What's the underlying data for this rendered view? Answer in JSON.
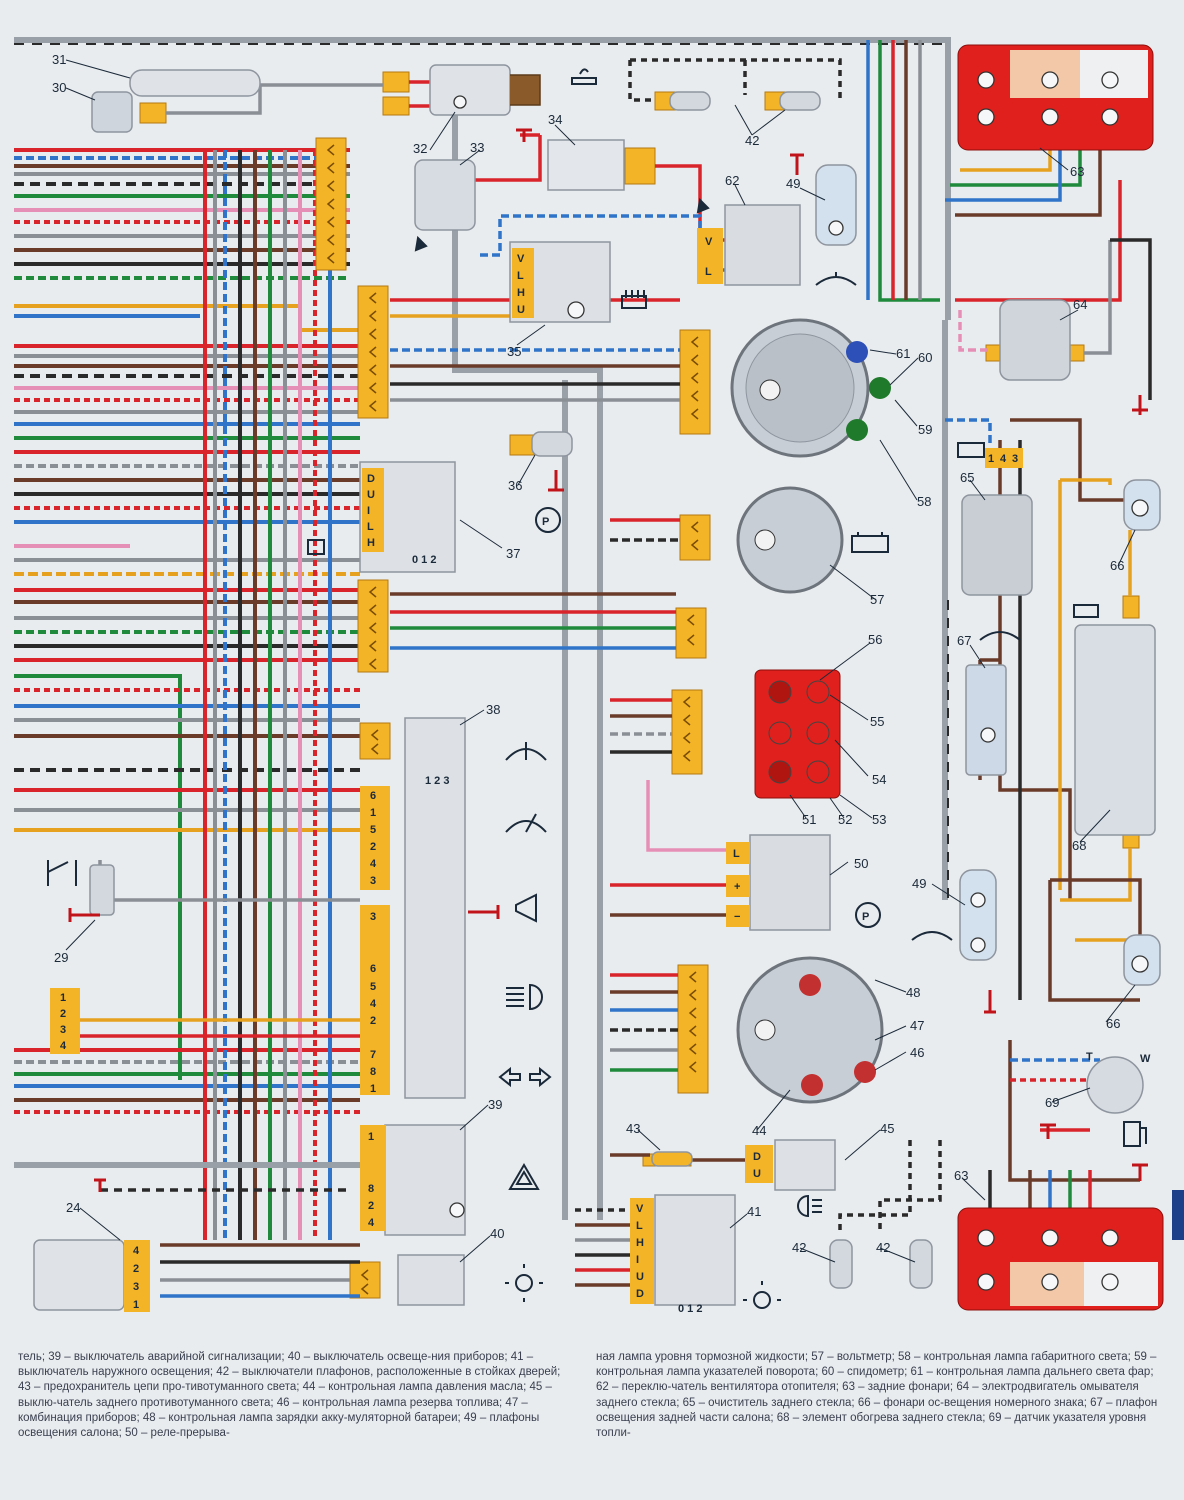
{
  "component_numbers": [
    "31",
    "30",
    "32",
    "33",
    "34",
    "42",
    "62",
    "49",
    "63",
    "35",
    "64",
    "61",
    "60",
    "59",
    "58",
    "36",
    "37",
    "65",
    "66",
    "57",
    "67",
    "56",
    "55",
    "54",
    "38",
    "53",
    "52",
    "51",
    "50",
    "29",
    "68",
    "49",
    "48",
    "47",
    "46",
    "66",
    "69",
    "39",
    "43",
    "44",
    "45",
    "24",
    "40",
    "41",
    "42",
    "42",
    "63"
  ],
  "connector_pins": {
    "sw35": [
      "V",
      "L",
      "H",
      "U"
    ],
    "sw37": [
      "D",
      "U",
      "I",
      "L",
      "H"
    ],
    "sw37_positions": "0 1 2",
    "sw38_positions": "1 2 3",
    "block38a": [
      "6",
      "1",
      "5",
      "2",
      "4",
      "3"
    ],
    "block38b": [
      "3",
      "6",
      "5",
      "4",
      "2",
      "7",
      "8",
      "1"
    ],
    "block39": [
      "1",
      "8",
      "2",
      "4"
    ],
    "block24": [
      "4",
      "2",
      "3",
      "1"
    ],
    "sw41": [
      "V",
      "L",
      "H",
      "I",
      "U",
      "D"
    ],
    "sw41_positions": "0 1 2",
    "sw45": [
      "D",
      "U"
    ],
    "sw62": [
      "V",
      "L"
    ],
    "relay50": [
      "L",
      "+",
      "−"
    ],
    "motor64_pins": [
      "1",
      "4",
      "3"
    ],
    "sensor69": [
      "T",
      "W"
    ],
    "conn29": [
      "1",
      "2",
      "3",
      "4"
    ]
  },
  "caption": {
    "left": "тель; 39 – выключатель аварийной сигнализации; 40 – выключатель освеще-ния приборов; 41 – выключатель наружного освещения; 42 – выключатели плафонов, расположенные в стойках дверей; 43 – предохранитель цепи про-тивотуманного света; 44 – контрольная лампа давления масла; 45 – выклю-чатель заднего противотуманного света; 46 – контрольная лампа резерва топлива; 47 – комбинация приборов; 48 – контрольная лампа зарядки акку-муляторной батареи; 49 – плафоны освещения салона; 50 – реле-прерыва-",
    "right": "ная лампа уровня тормозной жидкости; 57 – вольтметр; 58 – контрольная лампа габаритного света; 59 – контрольная лампа указателей поворота; 60 – спидометр; 61 – контрольная лампа дальнего света фар; 62 – переклю-чатель вентилятора отопителя; 63 – задние фонари; 64 – электродвигатель омывателя заднего стекла; 65 – очиститель заднего стекла; 66 – фонари ос-вещения номерного знака; 67 – плафон освещения задней части салона; 68 – элемент обогрева заднего стекла; 69 – датчик указателя уровня топли-"
  },
  "colors": {
    "wire_red": "#d8242a",
    "wire_blue": "#2f74c8",
    "wire_green": "#1f8a3c",
    "wire_brown": "#6b3b2a",
    "wire_gray": "#8a8f96",
    "wire_orange": "#e6a11e",
    "wire_black": "#2a2a2a",
    "wire_pink": "#e58fb6",
    "connector": "#f4b428",
    "component_bg": "#d3d8de",
    "lamp_red": "#e0201c"
  }
}
